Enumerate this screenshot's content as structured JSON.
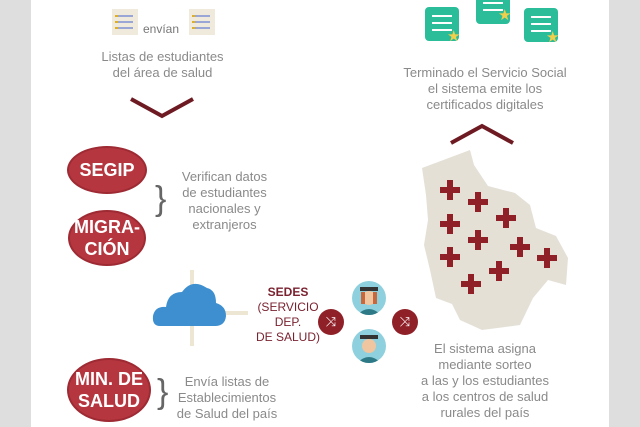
{
  "top_left": {
    "sends_label": "envían",
    "lists_text_1": "Listas de estudiantes",
    "lists_text_2": "del área de salud"
  },
  "top_right": {
    "cert_text_1": "Terminado el Servicio Social",
    "cert_text_2": "el sistema emite los",
    "cert_text_3": "certificados digitales"
  },
  "verify": {
    "segip": "SEGIP",
    "migracion_1": "MIGRA-",
    "migracion_2": "CIÓN",
    "text_1": "Verifican datos",
    "text_2": "de estudiantes",
    "text_3": "nacionales y",
    "text_4": "extranjeros"
  },
  "sedes": {
    "title": "SEDES",
    "line_1": "(SERVICIO",
    "line_2": "DEP.",
    "line_3": "DE SALUD)"
  },
  "minsalud": {
    "label_1": "MIN. DE",
    "label_2": "SALUD",
    "text_1": "Envía listas de",
    "text_2": "Establecimientos",
    "text_3": "de Salud del país"
  },
  "assign": {
    "text_1": "El sistema asigna",
    "text_2": "mediante sorteo",
    "text_3": "a las y los estudiantes",
    "text_4": "a los centros de salud",
    "text_5": "rurales del país"
  },
  "colors": {
    "accent": "#b5363f",
    "dark_red": "#7a2230",
    "teal": "#2bbd9a",
    "cloud": "#3d8fd0",
    "map": "#e4e0d6"
  }
}
